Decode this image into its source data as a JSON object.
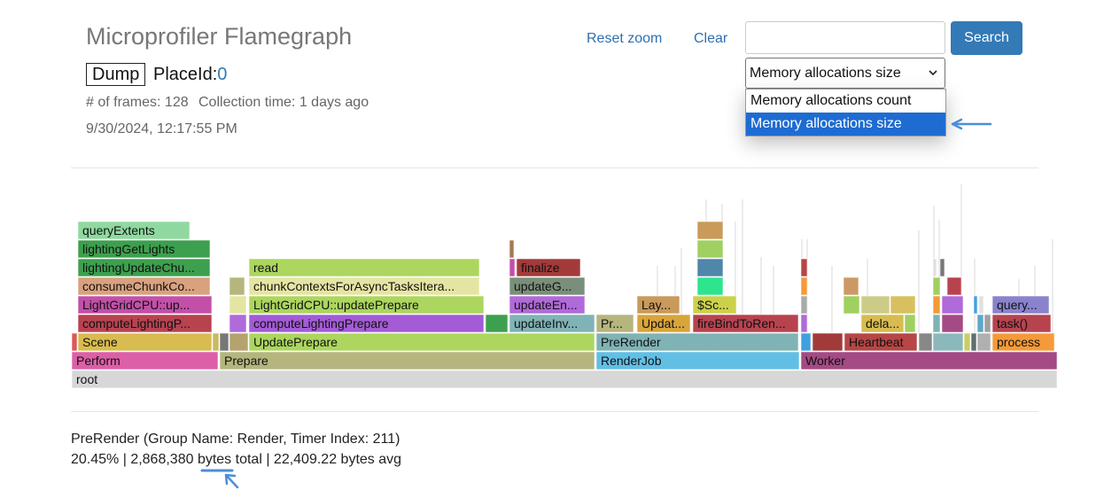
{
  "header": {
    "title": "Microprofiler Flamegraph",
    "dump_label": "Dump",
    "placeid_label": "PlaceId:",
    "placeid_value": "0",
    "frames": "# of frames: 128",
    "collection": "Collection time: 1 days ago",
    "datetime": "9/30/2024, 12:17:55 PM"
  },
  "toolbar": {
    "reset_zoom": "Reset zoom",
    "clear": "Clear",
    "search_label": "Search",
    "search_value": ""
  },
  "metric_select": {
    "selected": "Memory allocations size",
    "options": [
      "Memory allocations count",
      "Memory allocations size"
    ]
  },
  "info": {
    "line1": "PreRender (Group Name: Render, Timer Index: 211)",
    "line2": "20.45% | 2,868,380 bytes total | 22,409.22 bytes avg"
  },
  "colors": {
    "accent": "#337ab7",
    "link": "#2f6fb0",
    "arrow": "#4a8fd8",
    "selected_option": "#1e6cd2"
  },
  "flame": [
    [
      "root",
      "#d7d7d7",
      81,
      1193,
      418
    ],
    [
      "Perform",
      "#dc5fa7",
      81,
      246,
      397
    ],
    [
      "Prepare",
      "#b5b57e",
      248,
      671,
      397
    ],
    [
      "RenderJob",
      "#62bfe4",
      673,
      902,
      397
    ],
    [
      "Worker",
      "#a44a85",
      904,
      1193,
      397
    ],
    [
      "",
      "#d95a5a",
      81,
      87,
      376
    ],
    [
      "Scene",
      "#d8bc4f",
      88,
      239,
      376
    ],
    [
      "",
      "#cbb95e",
      240,
      247,
      376
    ],
    [
      "",
      "#777777",
      248,
      258,
      376
    ],
    [
      "",
      "#b5a36f",
      259,
      280,
      376
    ],
    [
      "UpdatePrepare",
      "#acd65e",
      281,
      671,
      376
    ],
    [
      "PreRender",
      "#7fb3b5",
      673,
      901,
      376
    ],
    [
      "",
      "#3ea0e0",
      904,
      915,
      376
    ],
    [
      "",
      "#a33a3a",
      917,
      951,
      376
    ],
    [
      "Heartbeat",
      "#b74646",
      953,
      1035,
      376
    ],
    [
      "",
      "#888888",
      1037,
      1052,
      376
    ],
    [
      "",
      "#8bb9bb",
      1053,
      1087,
      376
    ],
    [
      "",
      "#cccc66",
      1088,
      1095,
      376
    ],
    [
      "",
      "#5f6f6f",
      1096,
      1102,
      376
    ],
    [
      "",
      "#b0b0b0",
      1103,
      1118,
      376
    ],
    [
      "process",
      "#f59a38",
      1120,
      1190,
      376
    ],
    [
      "computeLightingP...",
      "#b7434f",
      88,
      239,
      355
    ],
    [
      "",
      "#b06ad9",
      259,
      278,
      355
    ],
    [
      "computeLightingPrepare",
      "#a35bd6",
      281,
      546,
      355
    ],
    [
      "",
      "#3da04e",
      548,
      573,
      355
    ],
    [
      "updateInv...",
      "#7fb3b5",
      575,
      671,
      355
    ],
    [
      "Pr...",
      "#b5b57e",
      673,
      715,
      355
    ],
    [
      "Updat...",
      "#d8a53b",
      719,
      779,
      355
    ],
    [
      "fireBindToRen...",
      "#b7434f",
      782,
      901,
      355
    ],
    [
      "",
      "#b06ad9",
      904,
      911,
      355
    ],
    [
      "dela...",
      "#d8bc4f",
      972,
      1020,
      355
    ],
    [
      "",
      "#a0d060",
      1021,
      1033,
      355
    ],
    [
      "",
      "#7fb3b5",
      1053,
      1061,
      355
    ],
    [
      "",
      "#a44a85",
      1063,
      1087,
      355
    ],
    [
      "",
      "#5fa7c8",
      1103,
      1110,
      355
    ],
    [
      "",
      "#a0a0a0",
      1111,
      1118,
      355
    ],
    [
      "task()",
      "#b7434f",
      1120,
      1186,
      355
    ],
    [
      "LightGridCPU::up...",
      "#c34fa9",
      88,
      239,
      334
    ],
    [
      "",
      "#e5e5a3",
      259,
      278,
      334
    ],
    [
      "LightGridCPU::updatePrepare",
      "#acd65e",
      281,
      546,
      334
    ],
    [
      "updateEn...",
      "#b06ad9",
      575,
      660,
      334
    ],
    [
      "Lay...",
      "#c99a5a",
      719,
      767,
      334
    ],
    [
      "$Sc...",
      "#cbd24a",
      782,
      831,
      334
    ],
    [
      "",
      "#aaaaaa",
      904,
      911,
      334
    ],
    [
      "",
      "#a0d060",
      952,
      970,
      334
    ],
    [
      "",
      "#cccc88",
      972,
      1004,
      334
    ],
    [
      "",
      "#d8c060",
      1005,
      1033,
      334
    ],
    [
      "",
      "#f59a38",
      1053,
      1061,
      334
    ],
    [
      "",
      "#b06ad9",
      1063,
      1087,
      334
    ],
    [
      "",
      "#3ea0e0",
      1099,
      1103,
      334
    ],
    [
      "",
      "#e0e0e0",
      1105,
      1110,
      334
    ],
    [
      "query...",
      "#8a83cc",
      1120,
      1184,
      334
    ],
    [
      "consumeChunkCo...",
      "#d9a17e",
      88,
      237,
      313
    ],
    [
      "",
      "#b5b57e",
      259,
      276,
      313
    ],
    [
      "chunkContextsForAsyncTasksItera...",
      "#e5e5a3",
      281,
      541,
      313
    ],
    [
      "updateG...",
      "#7a8f7a",
      575,
      660,
      313
    ],
    [
      "",
      "#2ee58e",
      787,
      816,
      313
    ],
    [
      "",
      "#f59a38",
      904,
      911,
      313
    ],
    [
      "",
      "#cc9966",
      952,
      969,
      313
    ],
    [
      "",
      "#a0d060",
      1053,
      1061,
      313
    ],
    [
      "",
      "#b7434f",
      1069,
      1085,
      313
    ],
    [
      "lightingUpdateChu...",
      "#3da04e",
      88,
      237,
      292
    ],
    [
      "read",
      "#acd65e",
      281,
      541,
      292
    ],
    [
      "",
      "#c34fa9",
      575,
      581,
      292
    ],
    [
      "finalize",
      "#a33a3a",
      583,
      655,
      292
    ],
    [
      "",
      "#4f86aa",
      787,
      816,
      292
    ],
    [
      "",
      "#b74646",
      904,
      911,
      292
    ],
    [
      "",
      "#e0e0e0",
      1053,
      1057,
      292
    ],
    [
      "",
      "#777777",
      1061,
      1066,
      292
    ],
    [
      "lightingGetLights",
      "#3da04e",
      88,
      237,
      271
    ],
    [
      "",
      "#a57a4a",
      575,
      580,
      271
    ],
    [
      "",
      "#a0d060",
      787,
      816,
      271
    ],
    [
      "queryExtents",
      "#8fd9a0",
      88,
      214,
      250
    ],
    [
      "",
      "#c99a5a",
      787,
      816,
      250
    ]
  ]
}
